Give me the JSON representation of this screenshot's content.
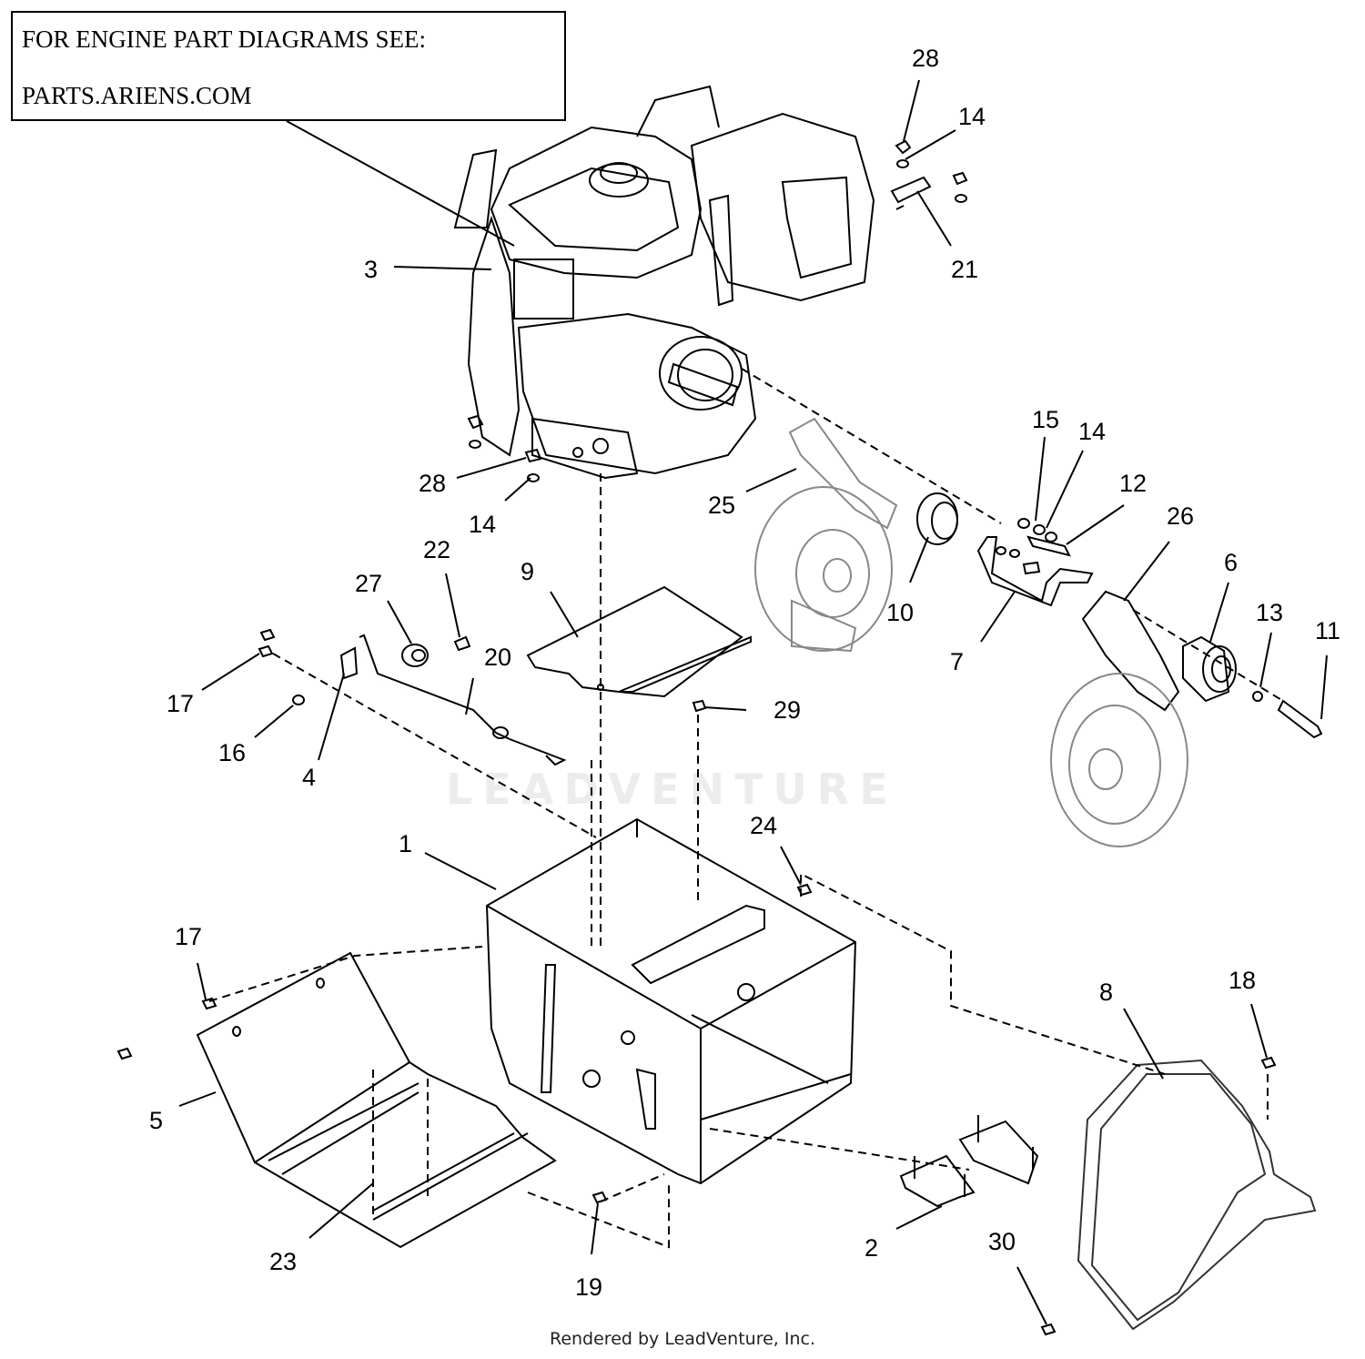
{
  "note": {
    "line1": "FOR ENGINE PART DIAGRAMS SEE:",
    "line2": "PARTS.ARIENS.COM"
  },
  "watermark": "LEADVENTURE",
  "footer": "Rendered by LeadVenture, Inc.",
  "callouts": {
    "c1": "1",
    "c2": "2",
    "c3": "3",
    "c4": "4",
    "c5": "5",
    "c6": "6",
    "c7": "7",
    "c8": "8",
    "c9": "9",
    "c10": "10",
    "c11": "11",
    "c12": "12",
    "c13": "13",
    "c14a": "14",
    "c14b": "14",
    "c14c": "14",
    "c15": "15",
    "c16": "16",
    "c17a": "17",
    "c17b": "17",
    "c18": "18",
    "c19": "19",
    "c20": "20",
    "c21": "21",
    "c22": "22",
    "c23": "23",
    "c24": "24",
    "c25": "25",
    "c26": "26",
    "c27": "27",
    "c28a": "28",
    "c28b": "28",
    "c29": "29",
    "c30": "30"
  }
}
